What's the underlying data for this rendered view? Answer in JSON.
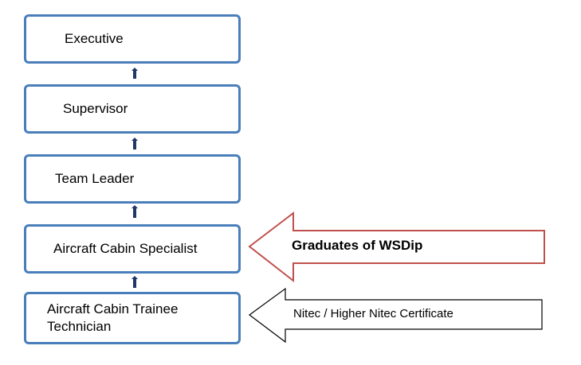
{
  "career_ladder": {
    "levels": [
      {
        "label": "Executive"
      },
      {
        "label": "Supervisor"
      },
      {
        "label": "Team Leader"
      },
      {
        "label": "Aircraft Cabin Specialist"
      },
      {
        "label": "Aircraft Cabin Trainee\nTechnician"
      }
    ]
  },
  "entry_points": {
    "wsdip": {
      "label": "Graduates of WSDip"
    },
    "nitec": {
      "label": "Nitec / Higher Nitec Certificate"
    }
  },
  "colors": {
    "box_border": "#4a7ebb",
    "up_arrow": "#1f3864",
    "wsdip_arrow": "#c0504d",
    "nitec_arrow": "#000000"
  }
}
